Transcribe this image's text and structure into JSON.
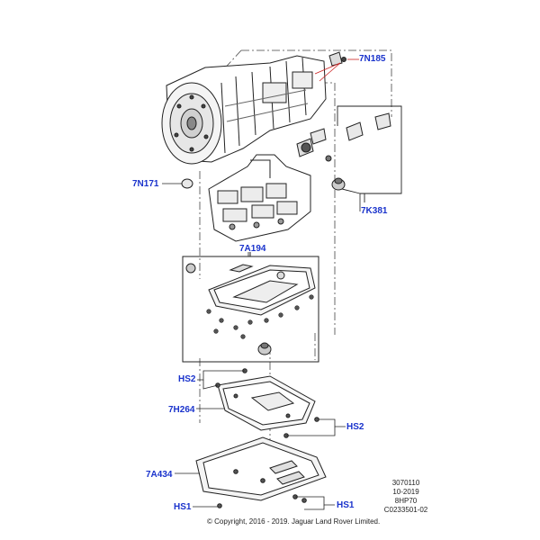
{
  "callouts": {
    "c7n185": "7N185",
    "c7n171": "7N171",
    "c7k381": "7K381",
    "c7a194": "7A194",
    "hs2_upper": "HS2",
    "c7h264": "7H264",
    "hs2_right": "HS2",
    "c7a434": "7A434",
    "hs1_left": "HS1",
    "hs1_right": "HS1"
  },
  "metadata": {
    "line1": "3070110",
    "line2": "10-2019",
    "line3": "8HP70",
    "line4": "C0233501-02"
  },
  "copyright": "© Copyright, 2016 - 2019. Jaguar Land Rover Limited.",
  "colors": {
    "callout_text": "#1a33cc",
    "leader_line": "#000000",
    "accent_leader": "#cc2222"
  }
}
